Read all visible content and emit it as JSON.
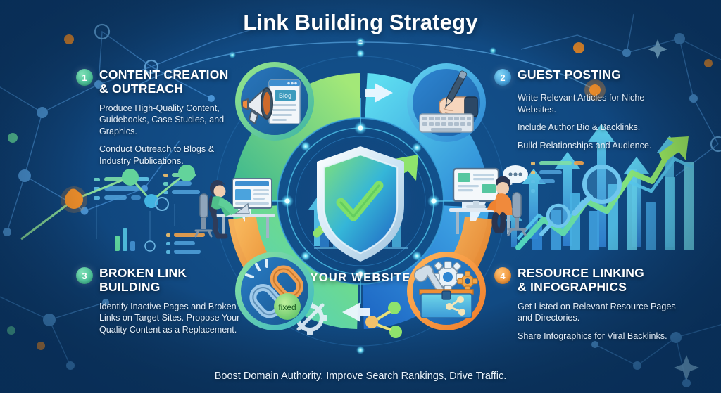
{
  "title": "Link Building Strategy",
  "footer": "Boost Domain Authority, Improve Search Rankings, Drive Traffic.",
  "center": {
    "label": "YOUR WEBSITE",
    "icon": "shield-check-growth-arrow"
  },
  "colors": {
    "background": "#0e4379",
    "badge1": "#3fbf9a",
    "badge2": "#2e9fe0",
    "badge3": "#3fbf9a",
    "badge4": "#f0902c",
    "arc_green": "#74d07a",
    "arc_cyan": "#35b7e8",
    "arc_blue": "#2a7fd4",
    "arc_teal": "#3ec7c4",
    "accent_orange": "#f0902c",
    "title_text": "#ffffff",
    "body_text": "#e3eef9"
  },
  "steps": [
    {
      "number": "1",
      "title": "CONTENT CREATION\n& OUTREACH",
      "title_line1": "CONTENT CREATION",
      "title_line2": "& OUTREACH",
      "paragraphs": [
        "Produce High-Quality Content, Guidebooks, Case Studies, and Graphics.",
        "Conduct Outreach to Blogs & Industry Publications."
      ],
      "icon": "megaphone-blog-icon",
      "badge_color": "#3fbf9a",
      "position": "top-left"
    },
    {
      "number": "2",
      "title": "GUEST POSTING",
      "title_line1": "GUEST POSTING",
      "title_line2": "",
      "paragraphs": [
        "Write Relevant Articles for Niche Websites.",
        "Include Author Bio & Backlinks.",
        "Build Relationships and Audience."
      ],
      "icon": "hand-pen-keyboard-icon",
      "badge_color": "#2e9fe0",
      "position": "top-right"
    },
    {
      "number": "3",
      "title": "BROKEN LINK\nBUILDING",
      "title_line1": "BROKEN LINK",
      "title_line2": "BUILDING",
      "paragraphs": [
        "Identify Inactive Pages and Broken Links on Target Sites. Propose Your Quality Content as a Replacement."
      ],
      "icon": "broken-chain-fixed-icon",
      "icon_badge_text": "fixed",
      "badge_color": "#3fbf9a",
      "position": "bottom-left"
    },
    {
      "number": "4",
      "title": "RESOURCE LINKING\n& INFOGRAPHICS",
      "title_line1": "RESOURCE LINKING",
      "title_line2": "& INFOGRAPHICS",
      "paragraphs": [
        "Get Listed on Relevant Resource Pages and Directories.",
        "Share Infographics for Viral Backlinks."
      ],
      "icon": "toolbox-gears-share-icon",
      "badge_color": "#f0902c",
      "position": "bottom-right"
    }
  ],
  "decorations": {
    "left_graphic": "network-nodes-line-chart",
    "right_graphic": "rising-arrows-magnifier-chart",
    "person_left": "person-at-desk-laptop",
    "person_right": "person-at-desktop-computer-chat"
  }
}
